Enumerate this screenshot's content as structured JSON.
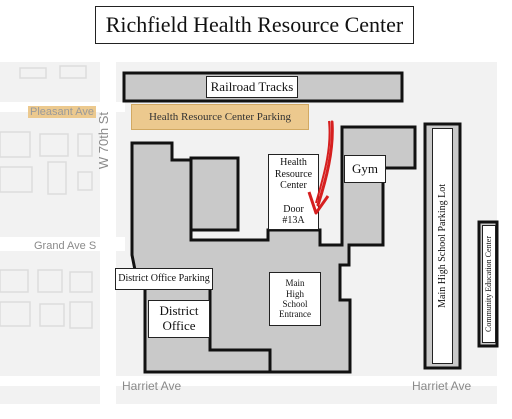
{
  "title": "Richfield Health Resource Center",
  "streets": {
    "pleasant": "Pleasant Ave",
    "w70th": "W 70th St",
    "grand": "Grand Ave S",
    "harriet_left": "Harriet Ave",
    "harriet_right": "Harriet Ave"
  },
  "labels": {
    "railroad": "Railroad Tracks",
    "parking": "Health Resource Center Parking",
    "hrc_line1": "Health",
    "hrc_line2": "Resource",
    "hrc_line3": "Center",
    "door_line1": "Door",
    "door_line2": "#13A",
    "gym": "Gym",
    "hs_lot": "Main High School Parking Lot",
    "community": "Community Education Center",
    "district_parking": "District Office Parking",
    "district_office_line1": "District",
    "district_office_line2": "Office",
    "entrance_line1": "Main",
    "entrance_line2": "High",
    "entrance_line3": "School",
    "entrance_line4": "Entrance"
  },
  "colors": {
    "map_background": "#f2f2f2",
    "building_fill": "#c9c9c9",
    "building_outline": "#111111",
    "parking_highlight": "#ecc98e",
    "arrow": "#d61f1f",
    "road": "#ffffff"
  },
  "icons": [
    "red-arrow-icon"
  ]
}
